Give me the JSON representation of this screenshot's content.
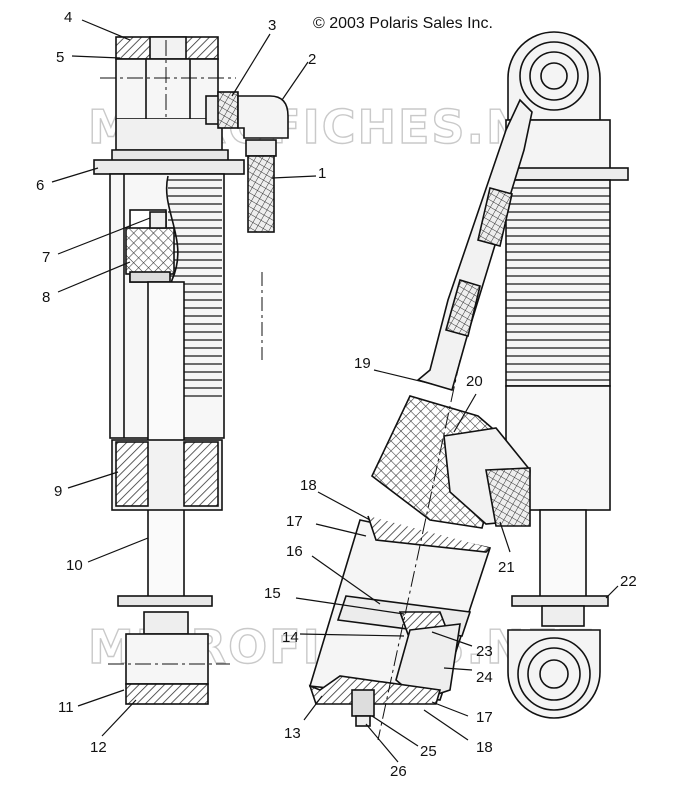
{
  "copyright": "© 2003 Polaris Sales Inc.",
  "watermark": "MICROFICHES.NET",
  "callouts": [
    "1",
    "2",
    "3",
    "4",
    "5",
    "6",
    "7",
    "8",
    "9",
    "10",
    "11",
    "12",
    "13",
    "14",
    "15",
    "16",
    "17",
    "18",
    "19",
    "20",
    "21",
    "22",
    "23",
    "24",
    "17",
    "18",
    "25",
    "26"
  ],
  "colors": {
    "ink": "#111111",
    "light_fill": "#f4f4f4",
    "mid_fill": "#dcdcdc",
    "hatch": "#333333",
    "watermark": "#c9c9c9"
  }
}
